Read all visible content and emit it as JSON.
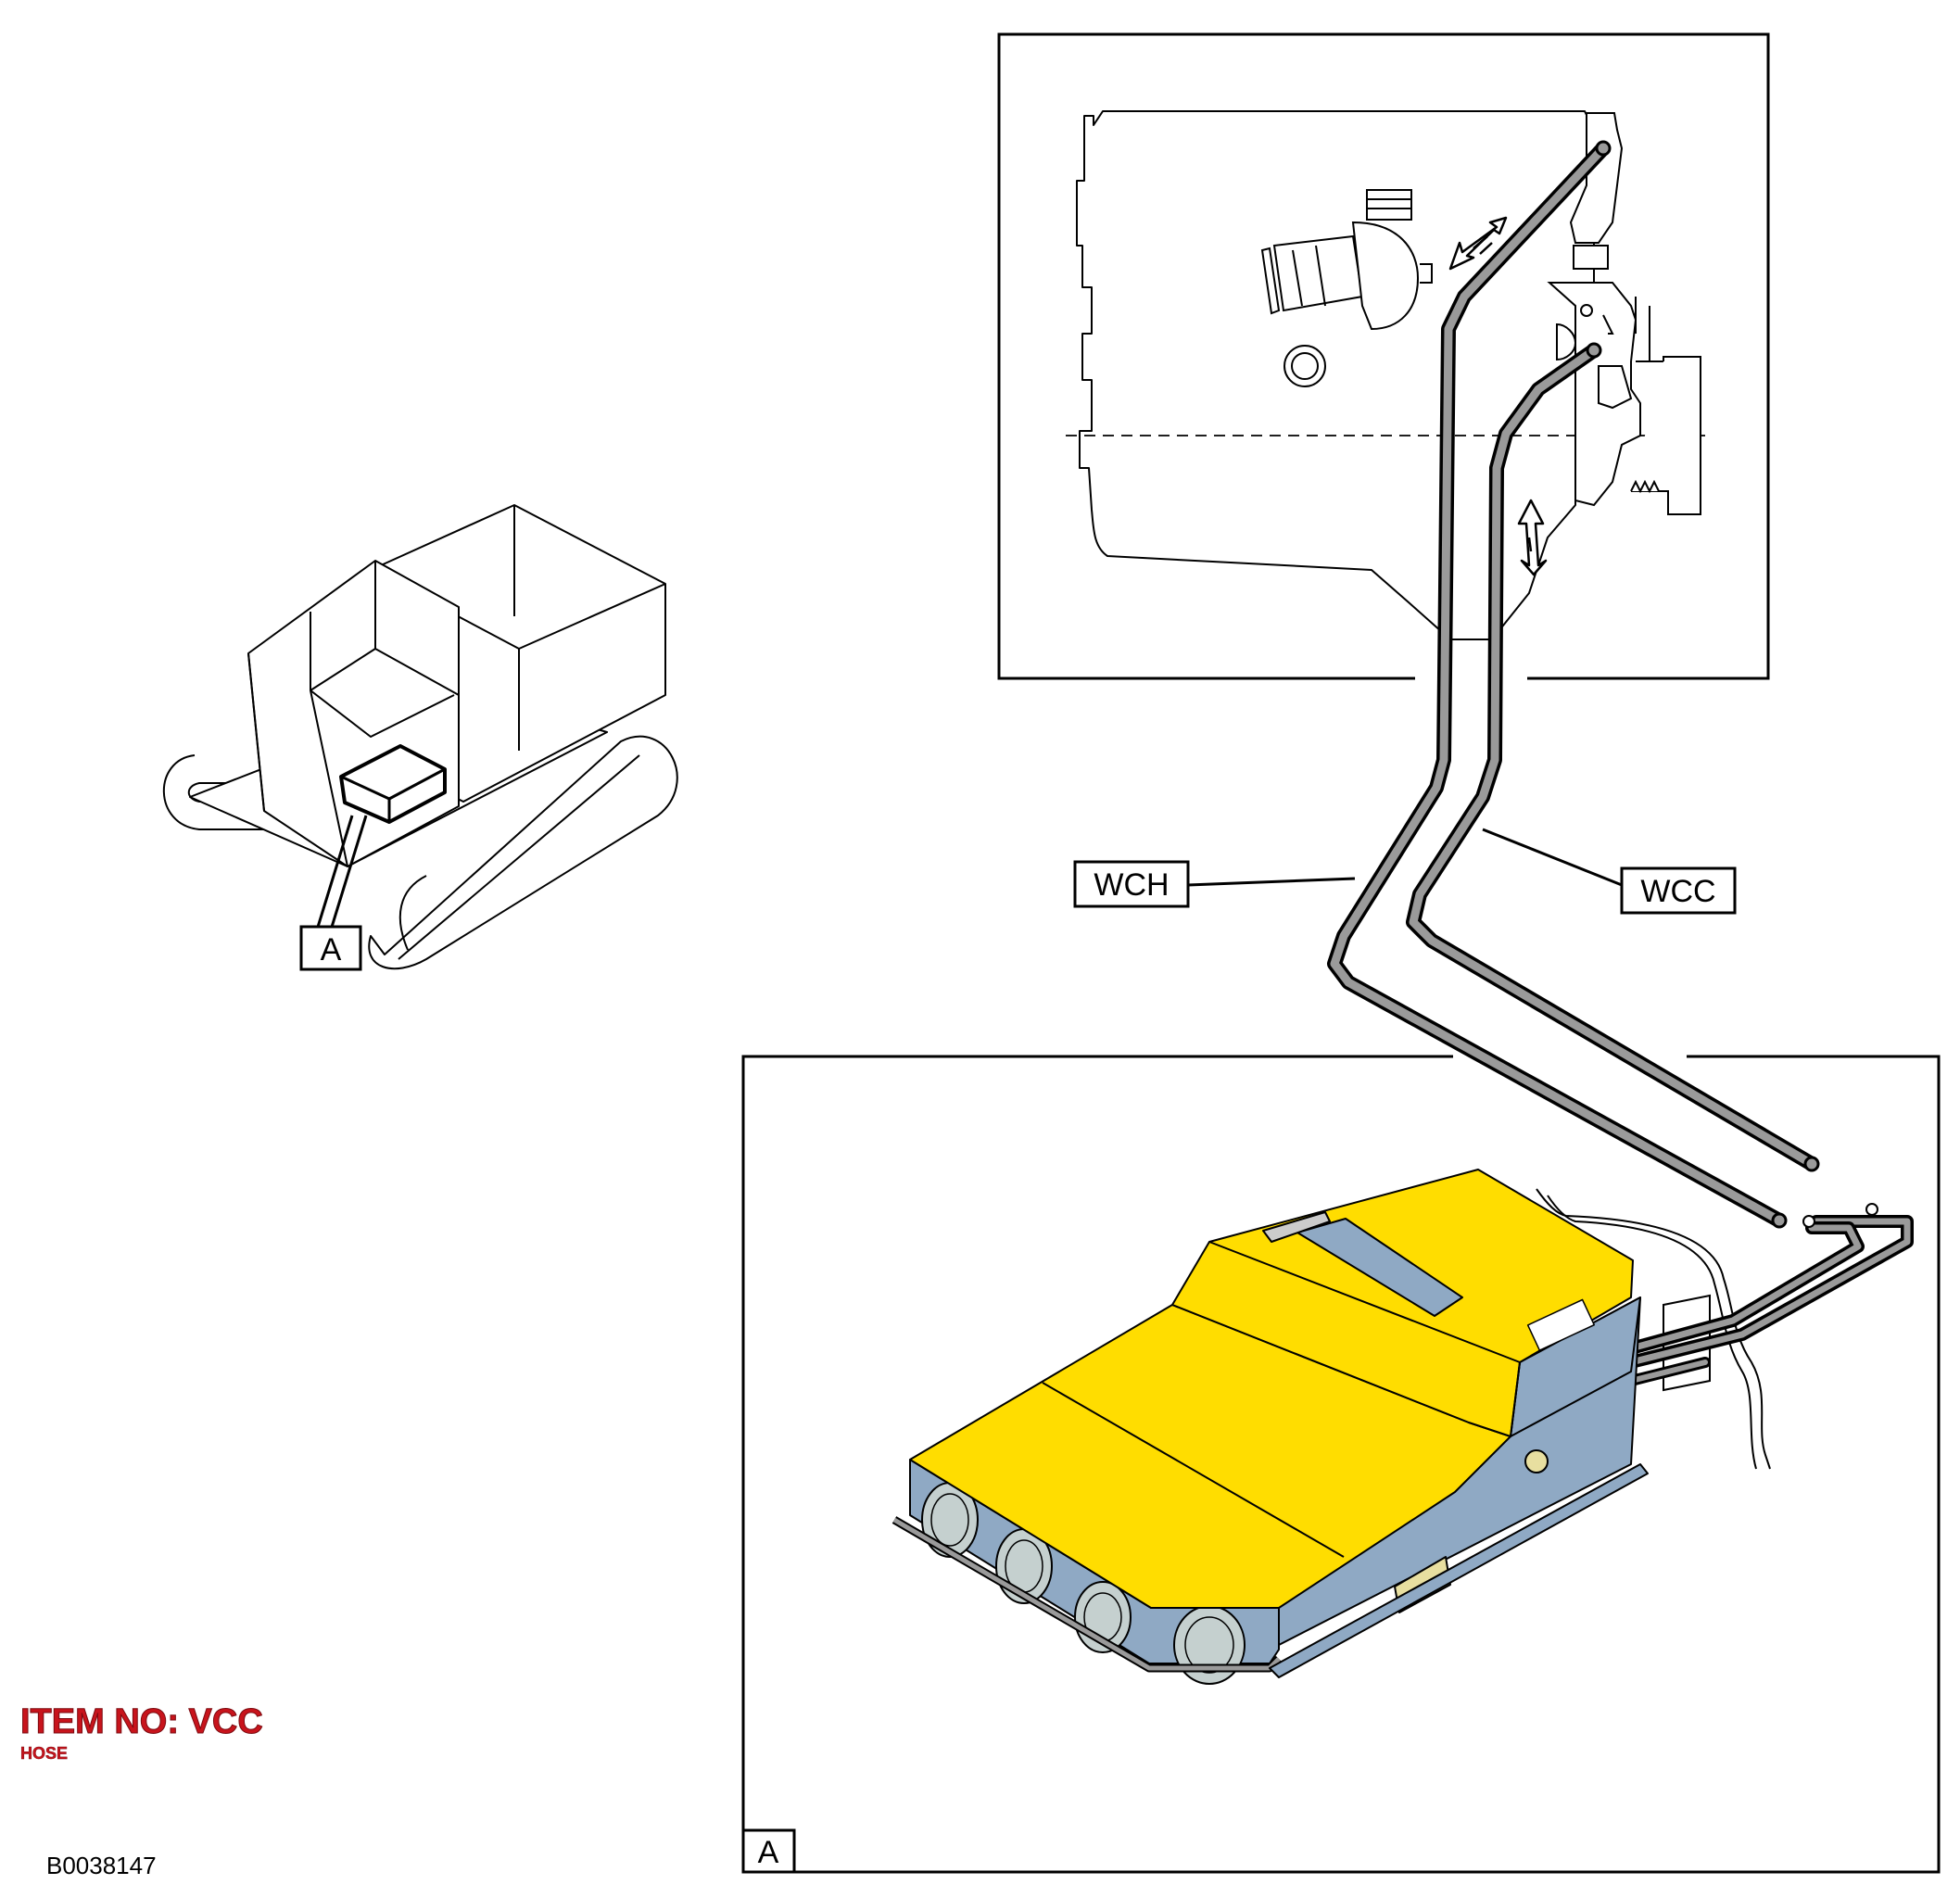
{
  "diagram": {
    "callouts": {
      "overview_view": "A",
      "wch": "WCH",
      "wcc": "WCC",
      "detail_view": "A"
    },
    "item": {
      "title": "ITEM NO: VCC",
      "subtitle": "HOSE"
    },
    "drawing_number": "B0038147",
    "colors": {
      "heater_cover": "#ffdd00",
      "heater_body": "#8fa9c4",
      "hose": "#9a9a9a",
      "item_text": "#c8141c",
      "outline": "#000000"
    }
  }
}
